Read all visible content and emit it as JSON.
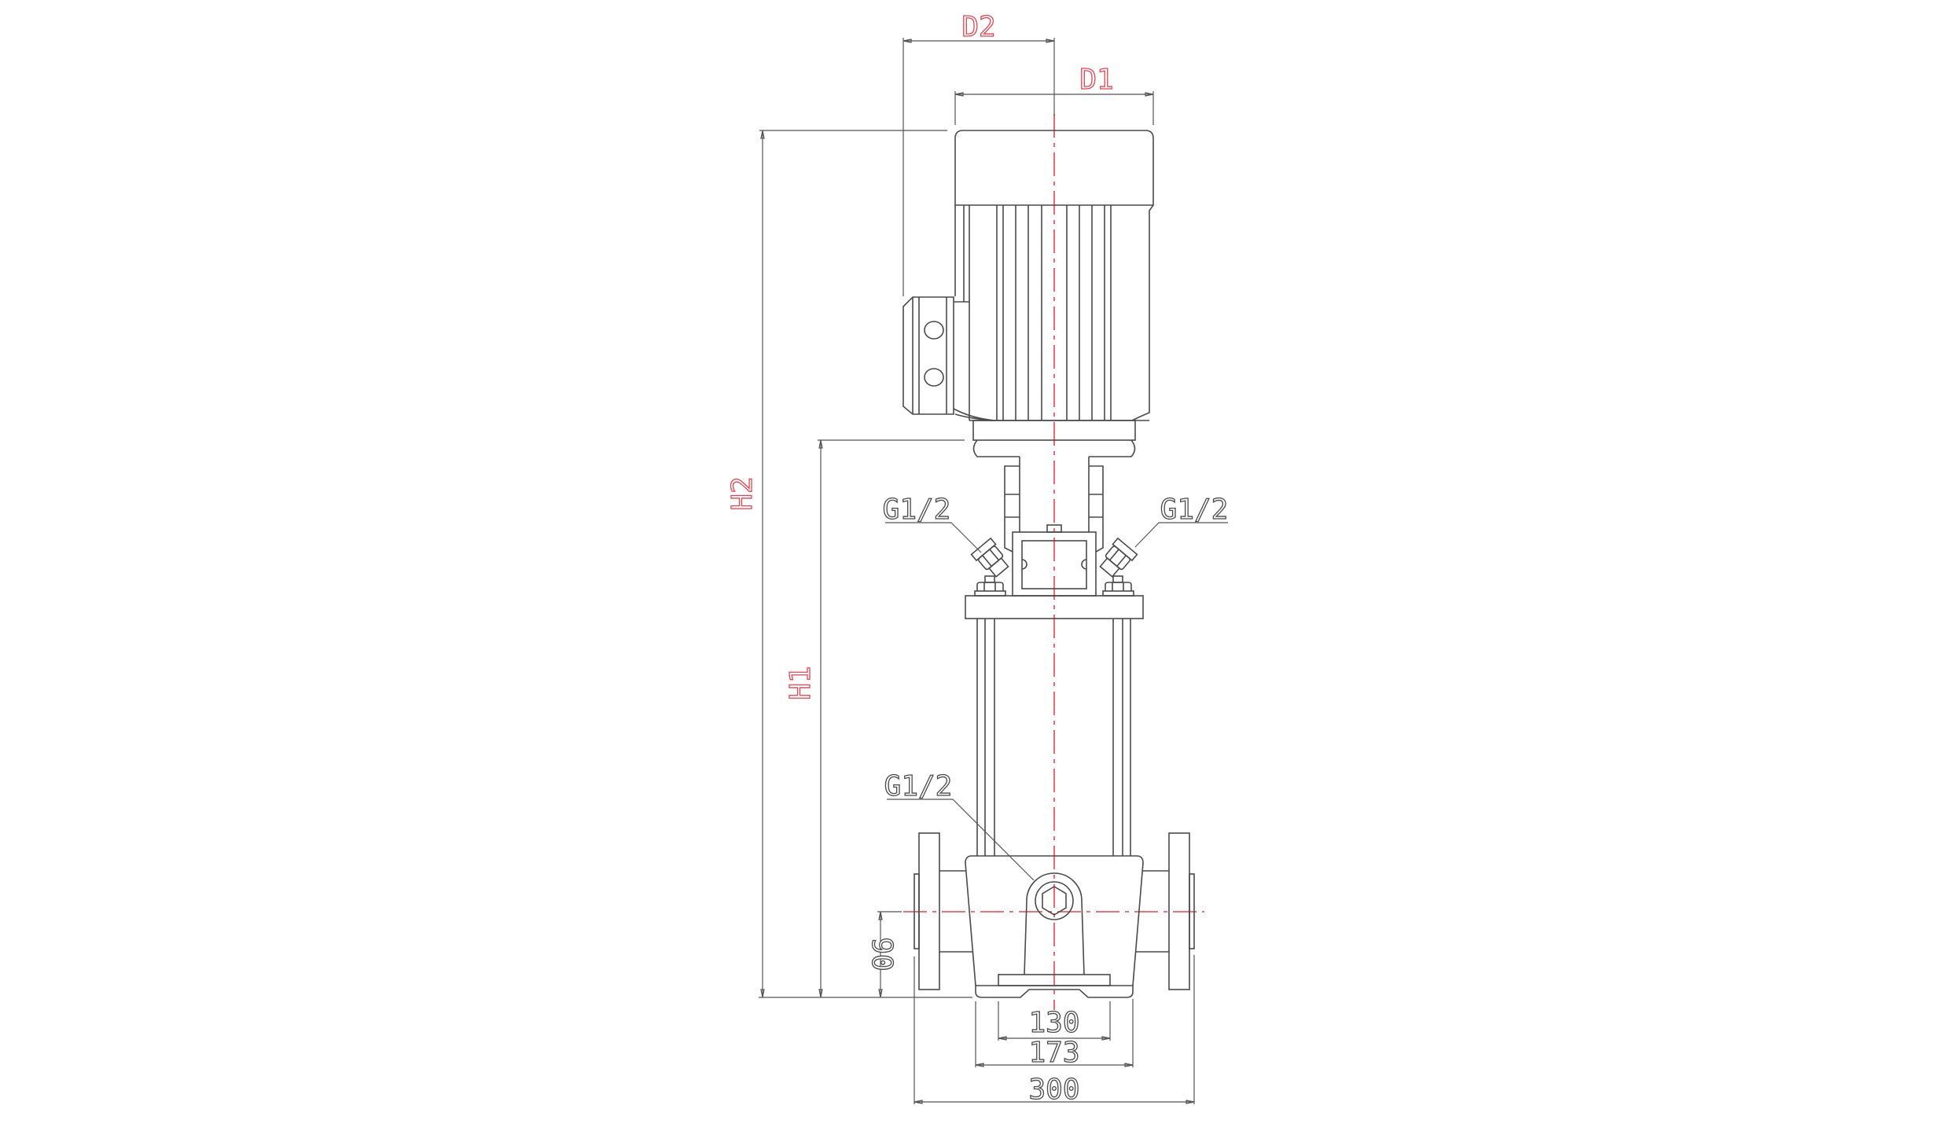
{
  "drawing": {
    "title_dimensions": {
      "d1": "D1",
      "d2": "D2",
      "h1": "H1",
      "h2": "H2"
    },
    "thread_callouts": {
      "upper_left": "G1/2",
      "upper_right": "G1/2",
      "lower_drain": "G1/2"
    },
    "base_dimensions": {
      "inlet_height": "90",
      "foot_inner_width": "130",
      "foot_outer_width": "173",
      "flange_span": "300"
    }
  },
  "colors": {
    "line": "#4a4a4a",
    "centerline": "#e8434f",
    "symbol_text": "#e8434f",
    "background": "#ffffff"
  }
}
